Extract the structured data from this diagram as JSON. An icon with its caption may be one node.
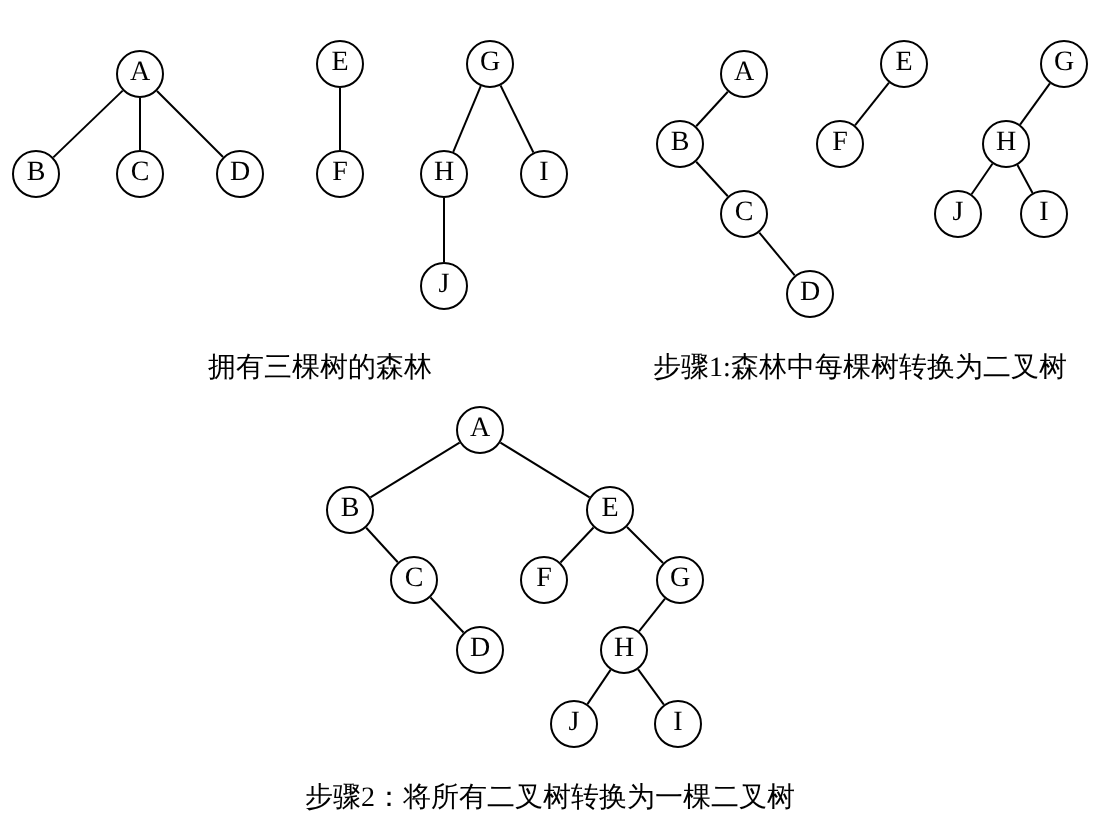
{
  "diagram": {
    "nodes": [
      {
        "text": [
          "A"
        ]
      },
      {
        "text": [
          "B"
        ]
      },
      {
        "text": [
          "C"
        ]
      },
      {
        "text": [
          "D"
        ]
      },
      {
        "text": [
          "E"
        ]
      },
      {
        "text": [
          "F"
        ]
      },
      {
        "text": [
          "G"
        ]
      },
      {
        "text": [
          "H"
        ]
      },
      {
        "text": [
          "I"
        ]
      },
      {
        "text": [
          "J"
        ]
      },
      {
        "text": [
          "A"
        ]
      },
      {
        "text": [
          "B"
        ]
      },
      {
        "text": [
          "C"
        ]
      },
      {
        "text": [
          "D"
        ]
      },
      {
        "text": [
          "E"
        ]
      },
      {
        "text": [
          "F"
        ]
      },
      {
        "text": [
          "G"
        ]
      },
      {
        "text": [
          "H"
        ]
      },
      {
        "text": [
          "J"
        ]
      },
      {
        "text": [
          "I"
        ]
      },
      {
        "text": [
          "A"
        ]
      },
      {
        "text": [
          "B"
        ]
      },
      {
        "text": [
          "C"
        ]
      },
      {
        "text": [
          "D"
        ]
      },
      {
        "text": [
          "E"
        ]
      },
      {
        "text": [
          "F"
        ]
      },
      {
        "text": [
          "G"
        ]
      },
      {
        "text": [
          "H"
        ]
      },
      {
        "text": [
          "J"
        ]
      },
      {
        "text": [
          "I"
        ]
      }
    ],
    "edges": [
      {
        "from": 0,
        "to": 1,
        "arrow": "none"
      },
      {
        "from": 0,
        "to": 2,
        "arrow": "none"
      },
      {
        "from": 0,
        "to": 3,
        "arrow": "none"
      },
      {
        "from": 4,
        "to": 5,
        "arrow": "none"
      },
      {
        "from": 6,
        "to": 7,
        "arrow": "none"
      },
      {
        "from": 6,
        "to": 8,
        "arrow": "none"
      },
      {
        "from": 7,
        "to": 9,
        "arrow": "none"
      },
      {
        "from": 10,
        "to": 11,
        "arrow": "none"
      },
      {
        "from": 11,
        "to": 12,
        "arrow": "none"
      },
      {
        "from": 12,
        "to": 13,
        "arrow": "none"
      },
      {
        "from": 14,
        "to": 15,
        "arrow": "none"
      },
      {
        "from": 16,
        "to": 17,
        "arrow": "none"
      },
      {
        "from": 17,
        "to": 18,
        "arrow": "none"
      },
      {
        "from": 17,
        "to": 19,
        "arrow": "none"
      },
      {
        "from": 20,
        "to": 21,
        "arrow": "none"
      },
      {
        "from": 20,
        "to": 24,
        "arrow": "none"
      },
      {
        "from": 21,
        "to": 22,
        "arrow": "none"
      },
      {
        "from": 22,
        "to": 23,
        "arrow": "none"
      },
      {
        "from": 24,
        "to": 25,
        "arrow": "none"
      },
      {
        "from": 24,
        "to": 26,
        "arrow": "none"
      },
      {
        "from": 26,
        "to": 27,
        "arrow": "none"
      },
      {
        "from": 27,
        "to": 28,
        "arrow": "none"
      },
      {
        "from": 27,
        "to": 29,
        "arrow": "none"
      }
    ],
    "labels": [
      "拥有三棵树的森林",
      "步骤1:森林中每棵树转换为二叉树",
      "步骤2：将所有二叉树转换为一棵二叉树"
    ]
  }
}
